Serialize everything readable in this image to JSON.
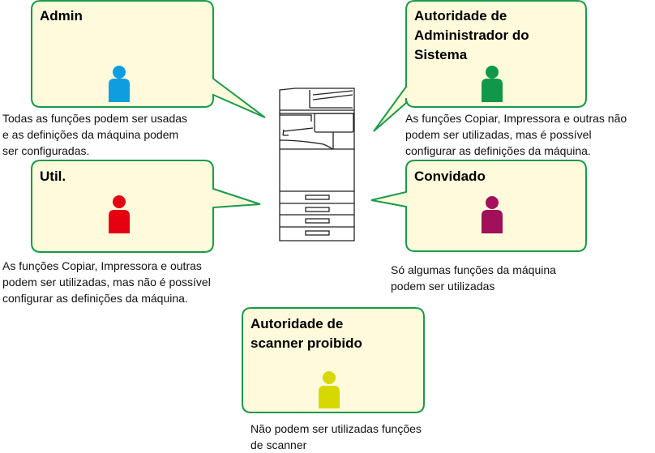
{
  "colors": {
    "box_fill": "#FEFADB",
    "box_border": "#1A9A4A",
    "admin": "#0E9EE0",
    "system_admin": "#11974A",
    "user": "#E50012",
    "guest": "#A20F5B",
    "scanner_prohibited": "#D6D800"
  },
  "center": {
    "device": "multifunction-printer"
  },
  "roles": {
    "admin": {
      "title": "Admin",
      "description": "Todas as funções podem ser usadas\ne as definições da máquina podem\nser configuradas."
    },
    "system_admin": {
      "title": "Autoridade de\nAdministrador do\nSistema",
      "description": "As funções Copiar, Impressora e outras não\npodem ser utilizadas, mas é possível\nconfigurar as definições da máquina."
    },
    "user": {
      "title": "Util.",
      "description": "As funções Copiar, Impressora e outras\npodem ser utilizadas, mas não é possível\nconfigurar as definições da máquina."
    },
    "guest": {
      "title": "Convidado",
      "description": "Só algumas funções da máquina\npodem ser utilizadas"
    },
    "scanner_prohibited": {
      "title": "Autoridade de\nscanner proibido",
      "description": "Não podem ser utilizadas funções\nde scanner"
    }
  }
}
